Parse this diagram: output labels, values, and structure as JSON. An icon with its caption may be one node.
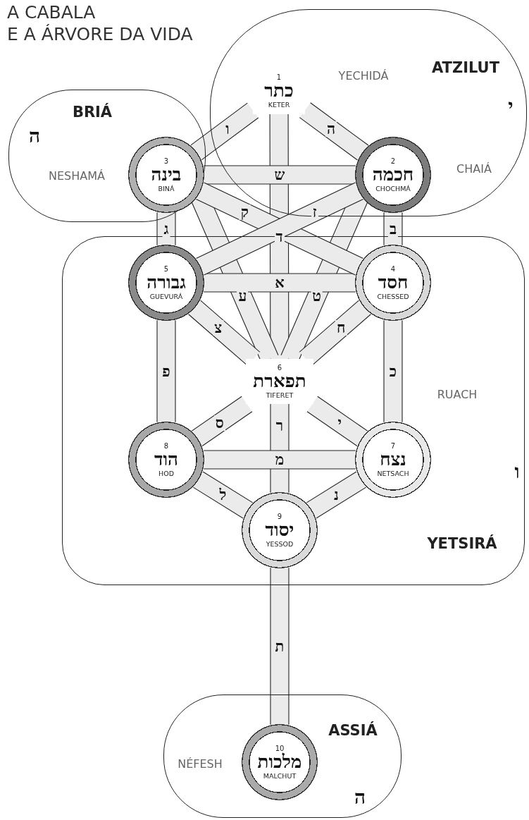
{
  "diagram": {
    "title": "A CABALA E A ÁRVORE DA VIDA",
    "nodes": [
      {
        "text": [
          "ATZILUT",
          "YECHIDÁ",
          "CHAIÁ",
          "י"
        ]
      },
      {
        "text": [
          "1",
          "כתר",
          "KETER"
        ],
        "in": 0
      },
      {
        "text": [
          "BRIÁ",
          "ה",
          "NESHAMÁ"
        ]
      },
      {
        "text": [
          "3",
          "בינה",
          "BINÁ"
        ],
        "in": 2
      },
      {
        "text": [
          "2",
          "חכמה",
          "CHOCHMÁ"
        ],
        "in": 0
      },
      {
        "text": [
          "RUACH",
          "ו",
          "YETSIRÁ"
        ]
      },
      {
        "text": [
          "5",
          "גבורה",
          "GUEVURÁ"
        ],
        "in": 5
      },
      {
        "text": [
          "4",
          "חסד",
          "CHESSED"
        ],
        "in": 5
      },
      {
        "text": [
          "6",
          "תפארת",
          "TIFERET"
        ],
        "in": 5
      },
      {
        "text": [
          "8",
          "הוד",
          "HOD"
        ],
        "in": 5
      },
      {
        "text": [
          "7",
          "נצח",
          "NETSACH"
        ],
        "in": 5
      },
      {
        "text": [
          "9",
          "יסוד",
          "YESSOD"
        ],
        "in": 5
      },
      {
        "text": [
          "ASSIÁ",
          "NÉFESH",
          "ה"
        ]
      },
      {
        "text": [
          "10",
          "מלכות",
          "MALCHUT"
        ],
        "in": 12
      }
    ],
    "edges": [
      {
        "from": 1,
        "to": 3,
        "arrow": "none",
        "label": "ו"
      },
      {
        "from": 1,
        "to": 4,
        "arrow": "none",
        "label": "ה"
      },
      {
        "from": 1,
        "to": 8,
        "arrow": "none",
        "label": "ד"
      },
      {
        "from": 3,
        "to": 4,
        "arrow": "none",
        "label": "ש"
      },
      {
        "from": 3,
        "to": 7,
        "arrow": "none",
        "label": "ק"
      },
      {
        "from": 4,
        "to": 6,
        "arrow": "none",
        "label": "ז"
      },
      {
        "from": 3,
        "to": 8,
        "arrow": "none",
        "label": "ע"
      },
      {
        "from": 4,
        "to": 8,
        "arrow": "none",
        "label": "ט"
      },
      {
        "from": 3,
        "to": 6,
        "arrow": "none",
        "label": "ג"
      },
      {
        "from": 4,
        "to": 7,
        "arrow": "none",
        "label": "ב"
      },
      {
        "from": 6,
        "to": 7,
        "arrow": "none",
        "label": "א"
      },
      {
        "from": 6,
        "to": 8,
        "arrow": "none",
        "label": "צ"
      },
      {
        "from": 7,
        "to": 8,
        "arrow": "none",
        "label": "ח"
      },
      {
        "from": 6,
        "to": 9,
        "arrow": "none",
        "label": "פ"
      },
      {
        "from": 7,
        "to": 10,
        "arrow": "none",
        "label": "כ"
      },
      {
        "from": 8,
        "to": 9,
        "arrow": "none",
        "label": "ס"
      },
      {
        "from": 8,
        "to": 10,
        "arrow": "none",
        "label": "י"
      },
      {
        "from": 8,
        "to": 11,
        "arrow": "none",
        "label": "ר"
      },
      {
        "from": 9,
        "to": 10,
        "arrow": "none",
        "label": "מ"
      },
      {
        "from": 9,
        "to": 11,
        "arrow": "none",
        "label": "ל"
      },
      {
        "from": 10,
        "to": 11,
        "arrow": "none",
        "label": "נ"
      },
      {
        "from": 11,
        "to": 13,
        "arrow": "none",
        "label": "ת"
      }
    ]
  }
}
